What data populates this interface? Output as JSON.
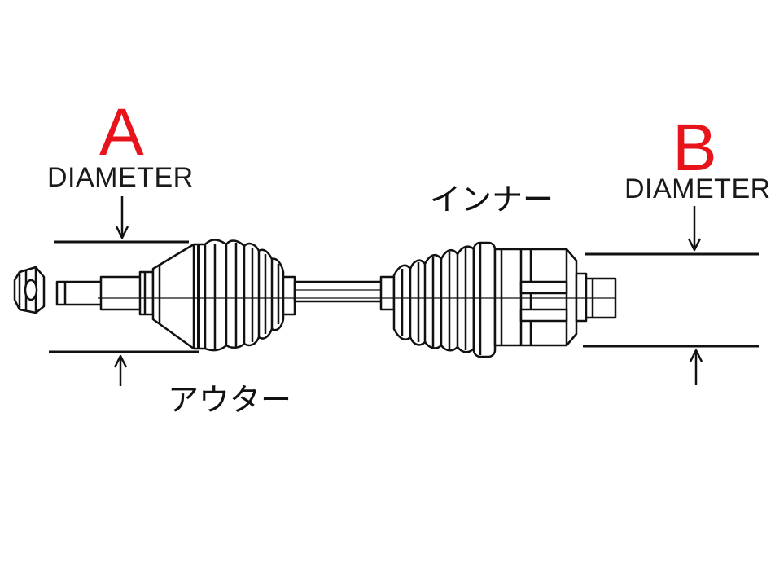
{
  "labels": {
    "a_letter": "A",
    "a_dimension": "DIAMETER",
    "b_letter": "B",
    "b_dimension": "DIAMETER",
    "inner": "インナー",
    "outer": "アウター"
  },
  "colors": {
    "accent": "#e8141b",
    "line": "#111111"
  }
}
